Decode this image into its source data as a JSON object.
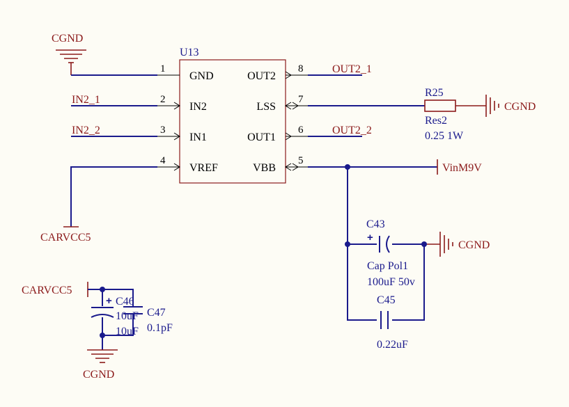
{
  "u13": {
    "designator": "U13",
    "pins": [
      {
        "num": "1",
        "name": "GND"
      },
      {
        "num": "2",
        "name": "IN2"
      },
      {
        "num": "3",
        "name": "IN1"
      },
      {
        "num": "4",
        "name": "VREF"
      },
      {
        "num": "8",
        "name": "OUT2"
      },
      {
        "num": "7",
        "name": "LSS"
      },
      {
        "num": "6",
        "name": "OUT1"
      },
      {
        "num": "5",
        "name": "VBB"
      }
    ]
  },
  "nets": {
    "cgnd": "CGND",
    "in2_1": "IN2_1",
    "in2_2": "IN2_2",
    "carvcc5": "CARVCC5",
    "out2_1": "OUT2_1",
    "out2_2": "OUT2_2",
    "vinm9v": "VinM9V"
  },
  "r25": {
    "designator": "R25",
    "comment": "Res2",
    "value": "0.25 1W"
  },
  "c43": {
    "designator": "C43",
    "comment": "Cap Pol1",
    "value": "100uF 50v"
  },
  "c45": {
    "designator": "C45",
    "value": "0.22uF"
  },
  "c46": {
    "designator": "C46",
    "value": "10uF"
  },
  "c47": {
    "designator": "C47",
    "value": "0.1pF"
  },
  "c47_extra": "10uF",
  "polarity": "+"
}
